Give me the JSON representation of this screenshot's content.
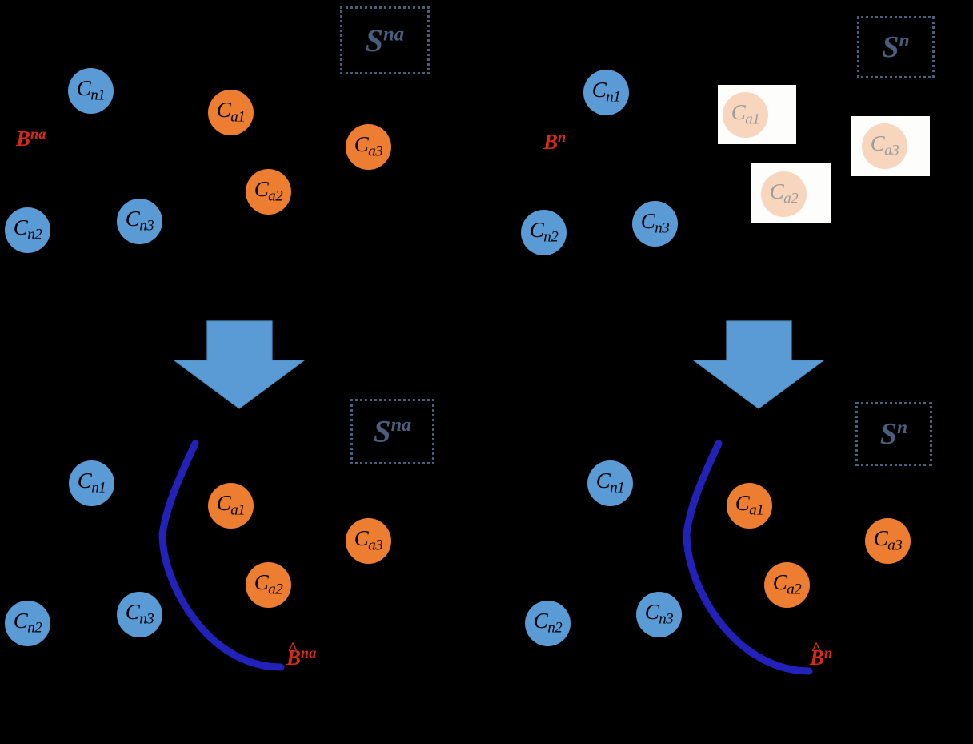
{
  "figure": {
    "title": "Anomaly boundary estimation diagram",
    "background_color": "#000000",
    "colors": {
      "normal_circle": "#5B9BD5",
      "anomaly_circle": "#ED7D31",
      "anomaly_circle_faded": "#F8D5BD",
      "patch_white": "#FDFDFC",
      "set_box_border": "#4A5E7E",
      "set_box_text": "#4A5E7E",
      "boundary_red": "#D42A1A",
      "arrow_blue": "#5B9BD5",
      "curve_navy": "#2222BB"
    }
  },
  "panels": [
    {
      "id": "top-left",
      "set_box": {
        "base": "S",
        "sup": "na"
      },
      "boundary": {
        "base": "B",
        "sup": "na",
        "hat": false
      },
      "nodes": [
        {
          "id": "cn1",
          "base": "C",
          "sub": "n1",
          "kind": "normal",
          "masked": false
        },
        {
          "id": "cn2",
          "base": "C",
          "sub": "n2",
          "kind": "normal",
          "masked": false
        },
        {
          "id": "cn3",
          "base": "C",
          "sub": "n3",
          "kind": "normal",
          "masked": false
        },
        {
          "id": "ca1",
          "base": "C",
          "sub": "a1",
          "kind": "anomaly",
          "masked": false
        },
        {
          "id": "ca2",
          "base": "C",
          "sub": "a2",
          "kind": "anomaly",
          "masked": false
        },
        {
          "id": "ca3",
          "base": "C",
          "sub": "a3",
          "kind": "anomaly",
          "masked": false
        }
      ]
    },
    {
      "id": "top-right",
      "set_box": {
        "base": "S",
        "sup": "n"
      },
      "boundary": {
        "base": "B",
        "sup": "n",
        "hat": false
      },
      "nodes": [
        {
          "id": "cn1",
          "base": "C",
          "sub": "n1",
          "kind": "normal",
          "masked": false
        },
        {
          "id": "cn2",
          "base": "C",
          "sub": "n2",
          "kind": "normal",
          "masked": false
        },
        {
          "id": "cn3",
          "base": "C",
          "sub": "n3",
          "kind": "normal",
          "masked": false
        },
        {
          "id": "ca1",
          "base": "C",
          "sub": "a1",
          "kind": "anomaly",
          "masked": true
        },
        {
          "id": "ca2",
          "base": "C",
          "sub": "a2",
          "kind": "anomaly",
          "masked": true
        },
        {
          "id": "ca3",
          "base": "C",
          "sub": "a3",
          "kind": "anomaly",
          "masked": true
        }
      ]
    },
    {
      "id": "bottom-left",
      "set_box": {
        "base": "S",
        "sup": "na"
      },
      "boundary": {
        "base": "B",
        "sup": "na",
        "hat": true
      },
      "nodes": [
        {
          "id": "cn1",
          "base": "C",
          "sub": "n1",
          "kind": "normal",
          "masked": false
        },
        {
          "id": "cn2",
          "base": "C",
          "sub": "n2",
          "kind": "normal",
          "masked": false
        },
        {
          "id": "cn3",
          "base": "C",
          "sub": "n3",
          "kind": "normal",
          "masked": false
        },
        {
          "id": "ca1",
          "base": "C",
          "sub": "a1",
          "kind": "anomaly",
          "masked": false
        },
        {
          "id": "ca2",
          "base": "C",
          "sub": "a2",
          "kind": "anomaly",
          "masked": false
        },
        {
          "id": "ca3",
          "base": "C",
          "sub": "a3",
          "kind": "anomaly",
          "masked": false
        }
      ]
    },
    {
      "id": "bottom-right",
      "set_box": {
        "base": "S",
        "sup": "n"
      },
      "boundary": {
        "base": "B",
        "sup": "n",
        "hat": true
      },
      "nodes": [
        {
          "id": "cn1",
          "base": "C",
          "sub": "n1",
          "kind": "normal",
          "masked": false
        },
        {
          "id": "cn2",
          "base": "C",
          "sub": "n2",
          "kind": "normal",
          "masked": false
        },
        {
          "id": "cn3",
          "base": "C",
          "sub": "n3",
          "kind": "normal",
          "masked": false
        },
        {
          "id": "ca1",
          "base": "C",
          "sub": "a1",
          "kind": "anomaly",
          "masked": false
        },
        {
          "id": "ca2",
          "base": "C",
          "sub": "a2",
          "kind": "anomaly",
          "masked": false
        },
        {
          "id": "ca3",
          "base": "C",
          "sub": "a3",
          "kind": "anomaly",
          "masked": false
        }
      ]
    }
  ],
  "labels": {
    "tl_set_base": "S",
    "tl_set_sup": "na",
    "tr_set_base": "S",
    "tr_set_sup": "n",
    "bl_set_base": "S",
    "bl_set_sup": "na",
    "br_set_base": "S",
    "br_set_sup": "n",
    "tl_boundary_base": "B",
    "tl_boundary_sup": "na",
    "tr_boundary_base": "B",
    "tr_boundary_sup": "n",
    "bl_boundary_base": "B",
    "bl_boundary_hat": "^",
    "bl_boundary_sup": "na",
    "br_boundary_base": "B",
    "br_boundary_hat": "^",
    "br_boundary_sup": "n",
    "C": "C",
    "n1": "n1",
    "n2": "n2",
    "n3": "n3",
    "a1": "a1",
    "a2": "a2",
    "a3": "a3"
  },
  "arrows": [
    {
      "id": "arrow-left",
      "direction": "down"
    },
    {
      "id": "arrow-right",
      "direction": "down"
    }
  ]
}
